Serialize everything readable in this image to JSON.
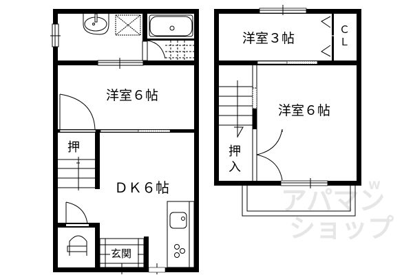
{
  "floor1": {
    "rooms": {
      "western_room": "洋室６帖",
      "dk": "ＤＫ６帖",
      "closet": "押",
      "entrance": "玄関"
    }
  },
  "floor2": {
    "rooms": {
      "western_room_small": "洋室３帖",
      "western_room_large": "洋室６帖",
      "closet_cl_top": "Ｃ",
      "closet_cl_bottom": "Ｌ",
      "closet_oshiire_top": "押",
      "closet_oshiire_bottom": "入"
    }
  },
  "watermark": {
    "line1": "アパマン",
    "line2": "ショップ",
    "small": "W"
  },
  "colors": {
    "wall": "#000000",
    "background": "#ffffff",
    "watermark": "#e6e6e6"
  }
}
